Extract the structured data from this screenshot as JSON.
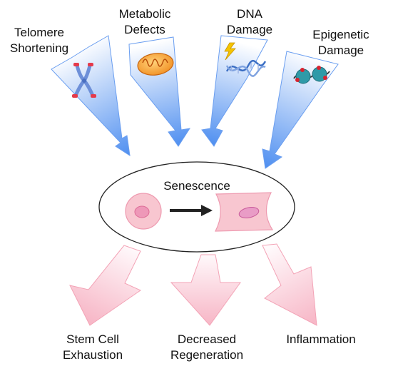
{
  "causes": [
    {
      "line1": "Telomere",
      "line2": "Shortening",
      "icon": "chromosome-icon"
    },
    {
      "line1": "Metabolic",
      "line2": "Defects",
      "icon": "mitochondrion-icon"
    },
    {
      "line1": "DNA",
      "line2": "Damage",
      "icon": "dna-damage-icon"
    },
    {
      "line1": "Epigenetic",
      "line2": "Damage",
      "icon": "nucleosome-icon"
    }
  ],
  "center": {
    "title": "Senescence"
  },
  "outcomes": [
    {
      "line1": "Stem Cell",
      "line2": "Exhaustion"
    },
    {
      "line1": "Decreased",
      "line2": "Regeneration"
    },
    {
      "line1": "Inflammation",
      "line2": ""
    }
  ],
  "colors": {
    "cause_arrow_light": "#ffffff",
    "cause_arrow_dark": "#4f8ff0",
    "outcome_arrow_light": "#fffafc",
    "outcome_arrow_dark": "#f7b6c6",
    "cell": "#f8c6d0",
    "nucleus": "#ee98b8",
    "transition_arrow": "#222222"
  }
}
